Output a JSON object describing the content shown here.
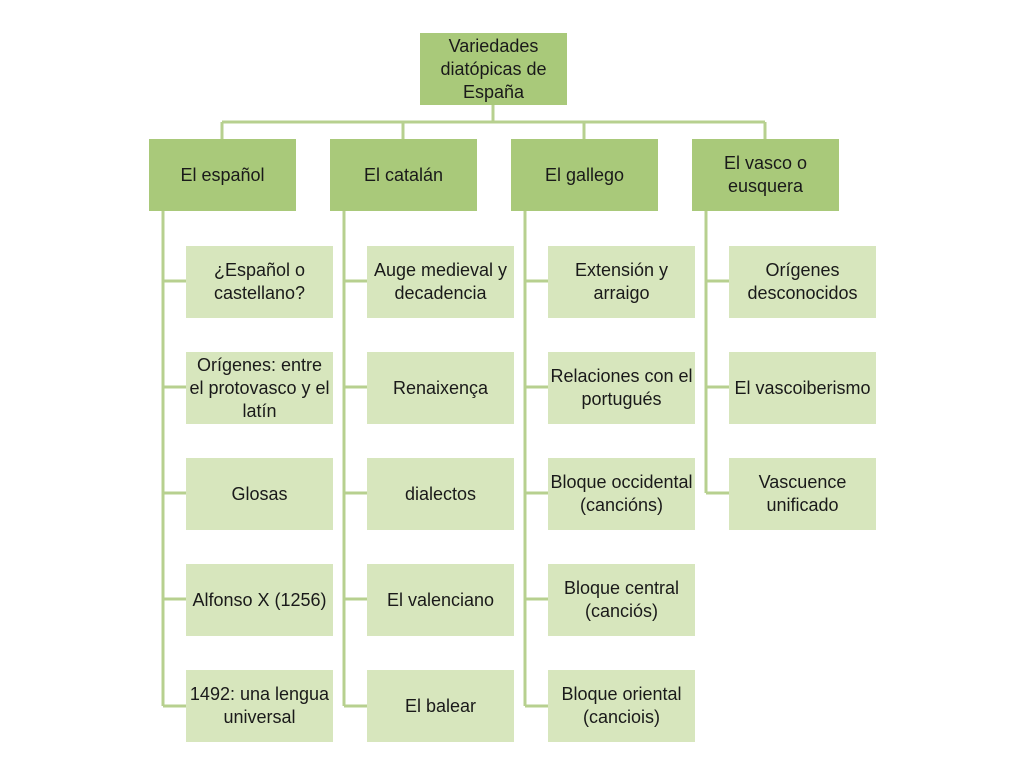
{
  "root": {
    "label": "Variedades diatópicas de España"
  },
  "branches": [
    {
      "label": "El español",
      "children": [
        "¿Español o castellano?",
        "Orígenes: entre el protovasco y el latín",
        "Glosas",
        "Alfonso X (1256)",
        "1492: una lengua universal"
      ]
    },
    {
      "label": "El catalán",
      "children": [
        "Auge medieval y decadencia",
        "Renaixença",
        "dialectos",
        "El valenciano",
        "El balear"
      ]
    },
    {
      "label": "El gallego",
      "children": [
        "Extensión y arraigo",
        "Relaciones con el portugués",
        "Bloque occidental (cancións)",
        "Bloque central (canciós)",
        "Bloque oriental (canciois)"
      ]
    },
    {
      "label": "El vasco o eusquera",
      "children": [
        "Orígenes desconocidos",
        "El vascoiberismo",
        "Vascuence unificado"
      ]
    }
  ],
  "colors": {
    "dark": "#a9c97a",
    "light": "#d7e6bd",
    "line": "#b7d08f"
  }
}
